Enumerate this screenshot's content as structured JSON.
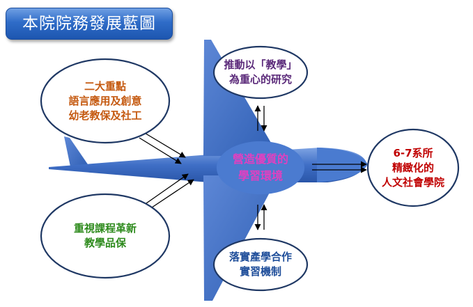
{
  "title": "本院院務發展藍圖",
  "colors": {
    "plane": "#4472c4",
    "plane_light": "#6f97dc",
    "node_border": "#1f3864",
    "focus_text": "#c55a11",
    "quality_text": "#2e8b1d",
    "research_text": "#5b2a7a",
    "env_text": "#e040c0",
    "industry_text": "#1f4e9a",
    "college_text": "#c00000"
  },
  "nodes": {
    "focus": {
      "lines": [
        "二大重點",
        "語言應用及創意",
        "幼老教保及社工"
      ]
    },
    "quality": {
      "lines": [
        "重視課程革新",
        "教學品保"
      ]
    },
    "research": {
      "lines": [
        "推動以「教學」",
        "為重心的研究"
      ]
    },
    "environment": {
      "lines": [
        "營造優質的",
        "學習環境"
      ]
    },
    "industry": {
      "lines": [
        "落實產學合作",
        "實習機制"
      ]
    },
    "college": {
      "lines": [
        "6-7系所",
        "精緻化的",
        "人文社會學院"
      ]
    }
  }
}
